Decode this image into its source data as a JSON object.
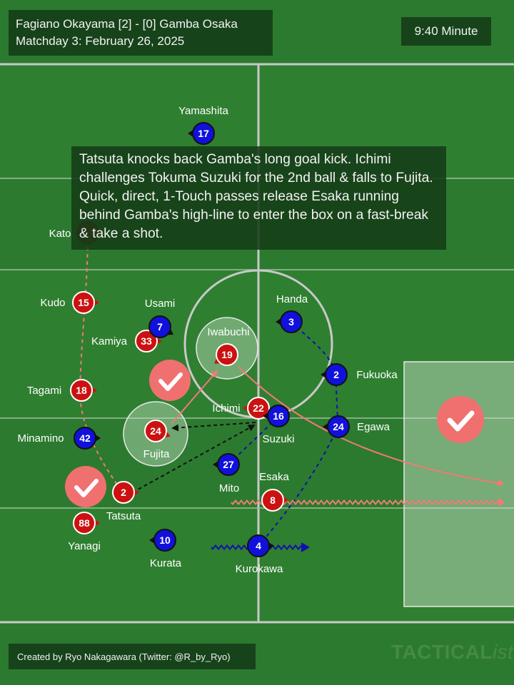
{
  "header": {
    "line1": "Fagiano Okayama [2] - [0] Gamba Osaka",
    "line2": "Matchday 3: February 26, 2025"
  },
  "minute": "9:40 Minute",
  "caption": "Tatsuta knocks back Gamba's long goal kick. Ichimi challenges Tokuma Suzuki for the 2nd ball & falls to Fujita. Quick, direct, 1-Touch passes release Esaka running behind Gamba's high-line to enter the box on a fast-break & take a shot.",
  "credit": "Created by Ryo Nakagawara (Twitter: @R_by_Ryo)",
  "brand": {
    "main": "TACTICAL",
    "italic": "ista"
  },
  "colors": {
    "pitch": "#2c7a2f",
    "okayama": "#cc1111",
    "gamba": "#1111dd",
    "arrow_red": "#f07a74",
    "success": "#f07070"
  },
  "players": {
    "okayama": [
      {
        "num": "",
        "name": "Kato"
      },
      {
        "num": "15",
        "name": "Kudo"
      },
      {
        "num": "33",
        "name": "Kamiya"
      },
      {
        "num": "18",
        "name": "Tagami"
      },
      {
        "num": "19",
        "name": "Iwabuchi"
      },
      {
        "num": "24",
        "name": "Fujita"
      },
      {
        "num": "22",
        "name": "Ichimi"
      },
      {
        "num": "2",
        "name": "Tatsuta"
      },
      {
        "num": "88",
        "name": "Yanagi"
      },
      {
        "num": "8",
        "name": "Esaka"
      }
    ],
    "gamba": [
      {
        "num": "17",
        "name": "Yamashita"
      },
      {
        "num": "7",
        "name": "Usami"
      },
      {
        "num": "3",
        "name": "Handa"
      },
      {
        "num": "2",
        "name": "Fukuoka"
      },
      {
        "num": "16",
        "name": "Suzuki"
      },
      {
        "num": "24",
        "name": "Egawa"
      },
      {
        "num": "42",
        "name": "Minamino"
      },
      {
        "num": "27",
        "name": "Mito"
      },
      {
        "num": "10",
        "name": "Kurata"
      },
      {
        "num": "4",
        "name": "Kurokawa"
      }
    ]
  },
  "icons": [
    "check-badge-icon",
    "check-badge-icon",
    "check-badge-icon"
  ]
}
